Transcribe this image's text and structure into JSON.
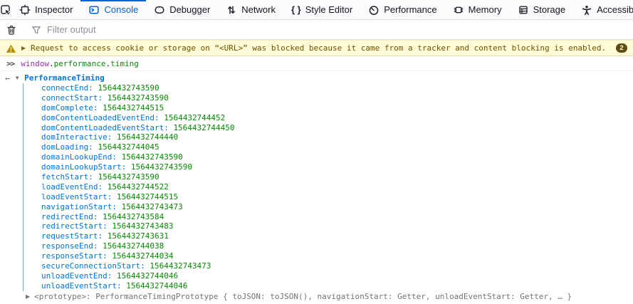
{
  "colors": {
    "accent_blue": "#0060df",
    "property_blue": "#0074e8",
    "value_green": "#058b00",
    "variable_purple": "#952bb9",
    "warning_fg": "#715100",
    "warning_bg": "#fffbd6",
    "muted_gray": "#737373"
  },
  "icons": {
    "pick_element": "cursor-in-box",
    "style_editor_glyph": "{ }",
    "expand_twisty": "▶",
    "collapse_twisty": "▼",
    "return_arrow": "←"
  },
  "toolbar": {
    "tabs": {
      "inspector": "Inspector",
      "console": "Console",
      "debugger": "Debugger",
      "network": "Network",
      "style_editor": "Style Editor",
      "performance": "Performance",
      "memory": "Memory",
      "storage": "Storage",
      "accessibility": "Accessibility"
    }
  },
  "filter_bar": {
    "placeholder": "Filter output"
  },
  "warning_message": {
    "text": "Request to access cookie or storage on “<URL>” was blocked because it came from a tracker and content blocking is enabled.",
    "badge_count": "2"
  },
  "input_echo": {
    "prompt": ">>",
    "object": "window",
    "dot": ".",
    "member1": "performance",
    "member2": "timing"
  },
  "result": {
    "class_name": "PerformanceTiming",
    "colon": ": ",
    "properties": [
      {
        "name": "connectEnd",
        "value": "1564432743590"
      },
      {
        "name": "connectStart",
        "value": "1564432743590"
      },
      {
        "name": "domComplete",
        "value": "1564432744515"
      },
      {
        "name": "domContentLoadedEventEnd",
        "value": "1564432744452"
      },
      {
        "name": "domContentLoadedEventStart",
        "value": "1564432744450"
      },
      {
        "name": "domInteractive",
        "value": "1564432744440"
      },
      {
        "name": "domLoading",
        "value": "1564432744045"
      },
      {
        "name": "domainLookupEnd",
        "value": "1564432743590"
      },
      {
        "name": "domainLookupStart",
        "value": "1564432743590"
      },
      {
        "name": "fetchStart",
        "value": "1564432743590"
      },
      {
        "name": "loadEventEnd",
        "value": "1564432744522"
      },
      {
        "name": "loadEventStart",
        "value": "1564432744515"
      },
      {
        "name": "navigationStart",
        "value": "1564432743473"
      },
      {
        "name": "redirectEnd",
        "value": "1564432743584"
      },
      {
        "name": "redirectStart",
        "value": "1564432743483"
      },
      {
        "name": "requestStart",
        "value": "1564432743631"
      },
      {
        "name": "responseEnd",
        "value": "1564432744038"
      },
      {
        "name": "responseStart",
        "value": "1564432744034"
      },
      {
        "name": "secureConnectionStart",
        "value": "1564432743473"
      },
      {
        "name": "unloadEventEnd",
        "value": "1564432744046"
      },
      {
        "name": "unloadEventStart",
        "value": "1564432744046"
      }
    ],
    "prototype": {
      "name": "<prototype>",
      "value": "PerformanceTimingPrototype { toJSON: toJSON(), navigationStart: Getter, unloadEventStart: Getter, … }"
    }
  }
}
